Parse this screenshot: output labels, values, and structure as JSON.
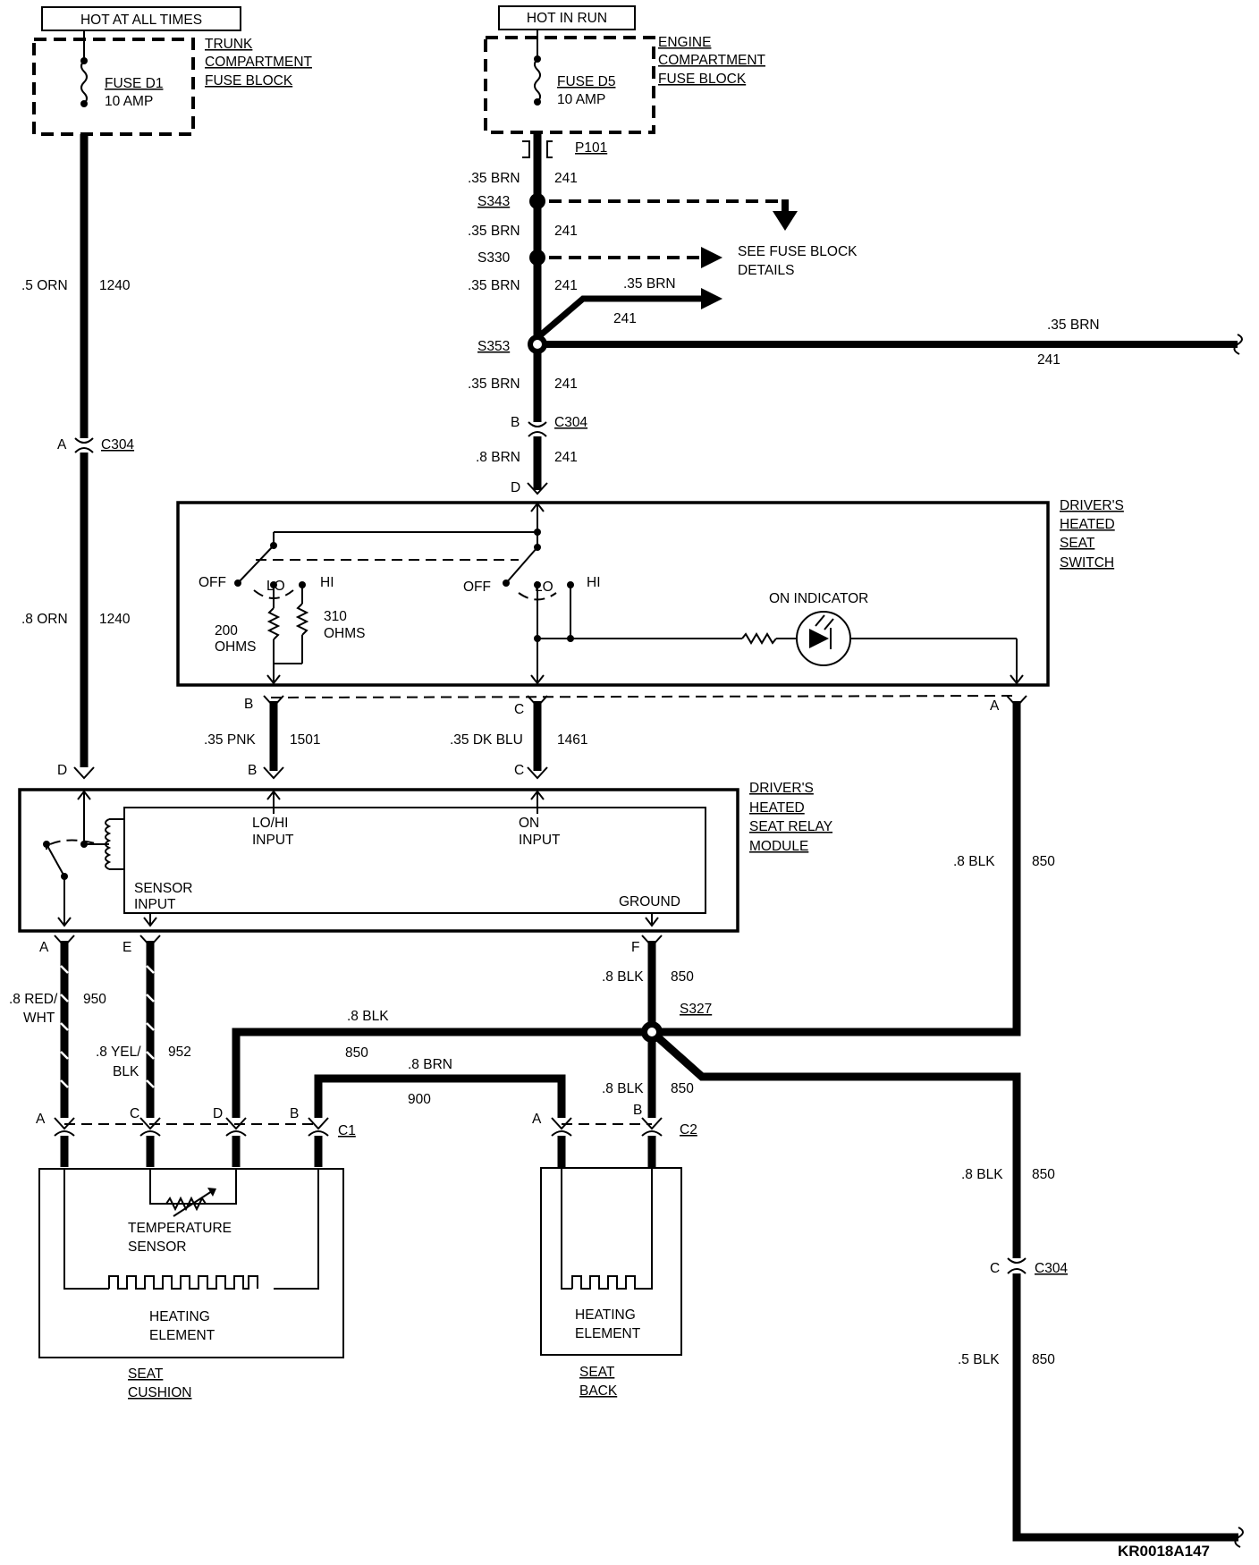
{
  "diagram_id": "KR0018A147",
  "sources": {
    "hot_at_all_times": "HOT AT ALL TIMES",
    "hot_in_run": "HOT IN RUN"
  },
  "fuse_blocks": {
    "trunk": {
      "label_lines": [
        "TRUNK",
        "COMPARTMENT",
        "FUSE BLOCK"
      ],
      "fuse": "FUSE D1",
      "rating": "10 AMP"
    },
    "engine": {
      "label_lines": [
        "ENGINE",
        "COMPARTMENT",
        "FUSE BLOCK"
      ],
      "fuse": "FUSE D5",
      "rating": "10 AMP"
    }
  },
  "connectors": {
    "p101": "P101",
    "c304": "C304",
    "c1": "C1",
    "c2": "C2"
  },
  "splices": {
    "s343": "S343",
    "s330": "S330",
    "s353": "S353",
    "s327": "S327"
  },
  "notes": {
    "see_fuse_block": [
      "SEE FUSE BLOCK",
      "DETAILS"
    ]
  },
  "wires": {
    "w_5_orn": ".5 ORN",
    "w_8_orn": ".8 ORN",
    "c1240": "1240",
    "w_35_brn": ".35 BRN",
    "w_8_brn": ".8 BRN",
    "c241": "241",
    "w_35_pnk": ".35 PNK",
    "c1501": "1501",
    "w_35_dkblu": ".35 DK BLU",
    "c1461": "1461",
    "w_8_blk": ".8 BLK",
    "w_5_blk": ".5 BLK",
    "c850": "850",
    "w_8_redwht": [
      ".8 RED/",
      "WHT"
    ],
    "c950": "950",
    "w_8_yelblk": [
      ".8 YEL/",
      "BLK"
    ],
    "c952": "952",
    "c900": "900"
  },
  "pins": {
    "a": "A",
    "b": "B",
    "c": "C",
    "d": "D",
    "e": "E",
    "f": "F"
  },
  "switch": {
    "label_lines": [
      "DRIVER'S",
      "HEATED",
      "SEAT",
      "SWITCH"
    ],
    "off": "OFF",
    "lo": "LO",
    "hi": "HI",
    "r200": [
      "200",
      "OHMS"
    ],
    "r310": [
      "310",
      "OHMS"
    ],
    "on_indicator": "ON INDICATOR"
  },
  "relay_module": {
    "label_lines": [
      "DRIVER'S",
      "HEATED",
      "SEAT RELAY",
      "MODULE"
    ],
    "lohi_input": [
      "LO/HI",
      "INPUT"
    ],
    "on_input": [
      "ON",
      "INPUT"
    ],
    "sensor_input": [
      "SENSOR",
      "INPUT"
    ],
    "ground": "GROUND"
  },
  "seat_cushion": {
    "temp_sensor": [
      "TEMPERATURE",
      "SENSOR"
    ],
    "heating_element": [
      "HEATING",
      "ELEMENT"
    ],
    "label_lines": [
      "SEAT",
      "CUSHION"
    ]
  },
  "seat_back": {
    "heating_element": [
      "HEATING",
      "ELEMENT"
    ],
    "label_lines": [
      "SEAT",
      "BACK"
    ]
  },
  "colors": {
    "ink": "#000000",
    "paper": "#ffffff"
  }
}
